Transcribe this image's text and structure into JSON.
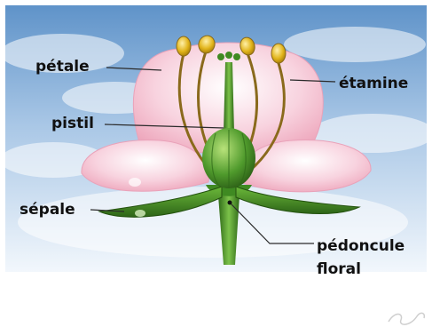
{
  "diagram": {
    "labels": {
      "petal": "pétale",
      "stamen": "étamine",
      "pistil": "pistil",
      "sepal": "sépale",
      "peduncle_line1": "pédoncule",
      "peduncle_line2": "floral"
    },
    "colors": {
      "sky_top": "#5f93c9",
      "sky_bottom": "#f2f7fc",
      "petal": "#f4b6c8",
      "stem": "#4f9a2c",
      "anther": "#e2b51c",
      "leader_line": "#2b2b2b"
    }
  }
}
